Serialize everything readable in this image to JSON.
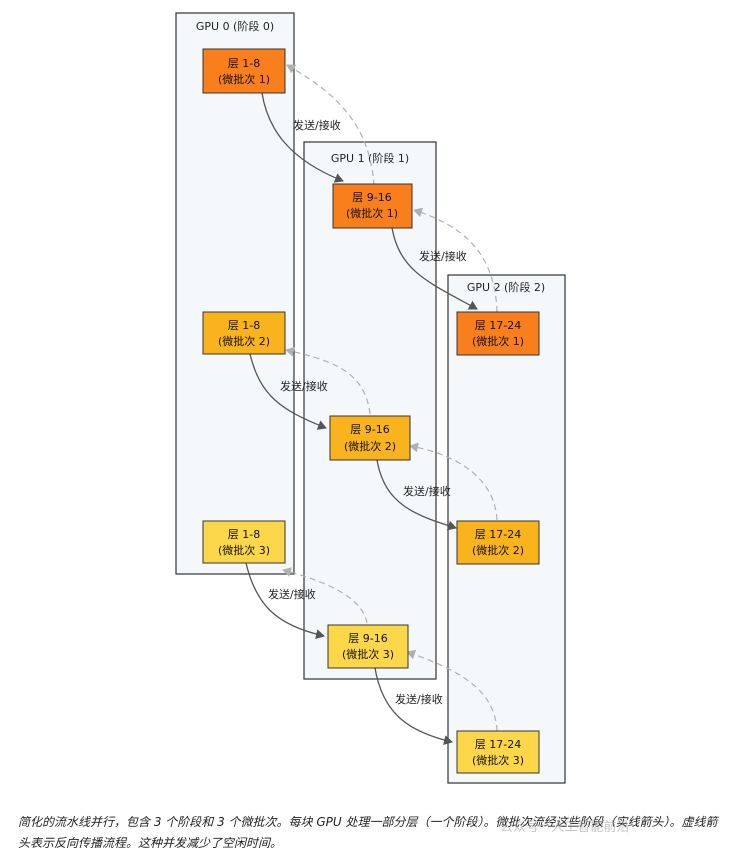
{
  "gpus": [
    {
      "label": "GPU 0 (阶段 0)"
    },
    {
      "label": "GPU 1 (阶段 1)"
    },
    {
      "label": "GPU 2 (阶段 2)"
    }
  ],
  "nodes": [
    {
      "line1": "层 1-8",
      "line2": "(微批次 1)",
      "gpu": 0,
      "microbatch": 1
    },
    {
      "line1": "层 9-16",
      "line2": "(微批次 1)",
      "gpu": 1,
      "microbatch": 1
    },
    {
      "line1": "层 17-24",
      "line2": "(微批次 1)",
      "gpu": 2,
      "microbatch": 1
    },
    {
      "line1": "层 1-8",
      "line2": "(微批次 2)",
      "gpu": 0,
      "microbatch": 2
    },
    {
      "line1": "层 9-16",
      "line2": "(微批次 2)",
      "gpu": 1,
      "microbatch": 2
    },
    {
      "line1": "层 17-24",
      "line2": "(微批次 2)",
      "gpu": 2,
      "microbatch": 2
    },
    {
      "line1": "层 1-8",
      "line2": "(微批次 3)",
      "gpu": 0,
      "microbatch": 3
    },
    {
      "line1": "层 9-16",
      "line2": "(微批次 3)",
      "gpu": 1,
      "microbatch": 3
    },
    {
      "line1": "层 17-24",
      "line2": "(微批次 3)",
      "gpu": 2,
      "microbatch": 3
    }
  ],
  "edge_label": "发送/接收",
  "colors": {
    "microbatch_1": "#f97f1c",
    "microbatch_2": "#f9b31d",
    "microbatch_3": "#fcd74a",
    "forward_arrow": "#555555",
    "backward_arrow": "#b0b0b0"
  },
  "caption": "简化的流水线并行，包含 3 个阶段和 3 个微批次。每块 GPU 处理一部分层（一个阶段）。微批次流经这些阶段（实线箭头）。虚线箭头表示反向传播流程。这种并发减少了空闲时间。",
  "watermark": "公众号 · 人工智能前沿"
}
